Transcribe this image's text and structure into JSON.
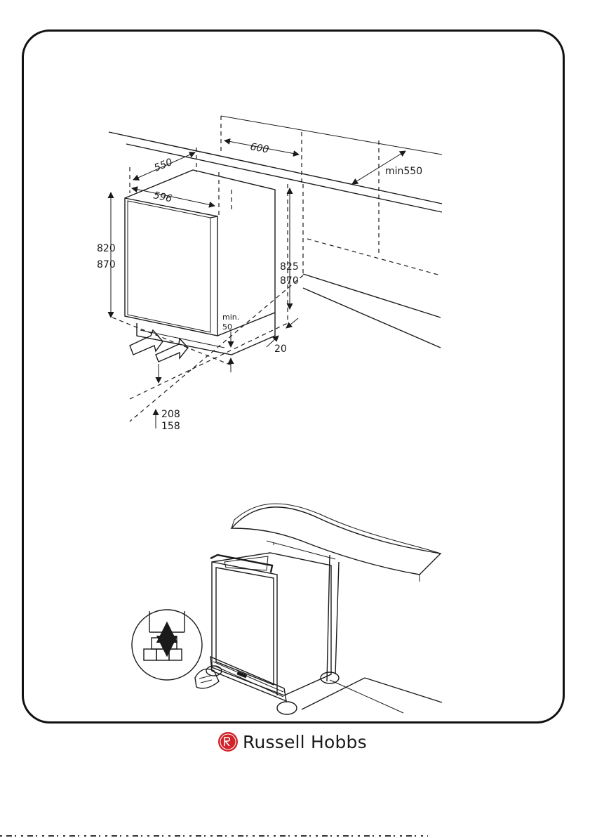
{
  "dimensions": {
    "depth": "550",
    "width": "596",
    "niche_width": "600",
    "niche_depth": "min550",
    "height_a": "820",
    "height_b": "870",
    "niche_height_a": "825",
    "niche_height_b": "870",
    "vent_label_line1": "min.",
    "vent_label_line2": "50",
    "gap": "20",
    "plinth_a": "208",
    "plinth_b": "158"
  },
  "brand": {
    "name": "Russell Hobbs",
    "logo_icon": "rh-seal-icon",
    "logo_color": "#d2232a"
  }
}
